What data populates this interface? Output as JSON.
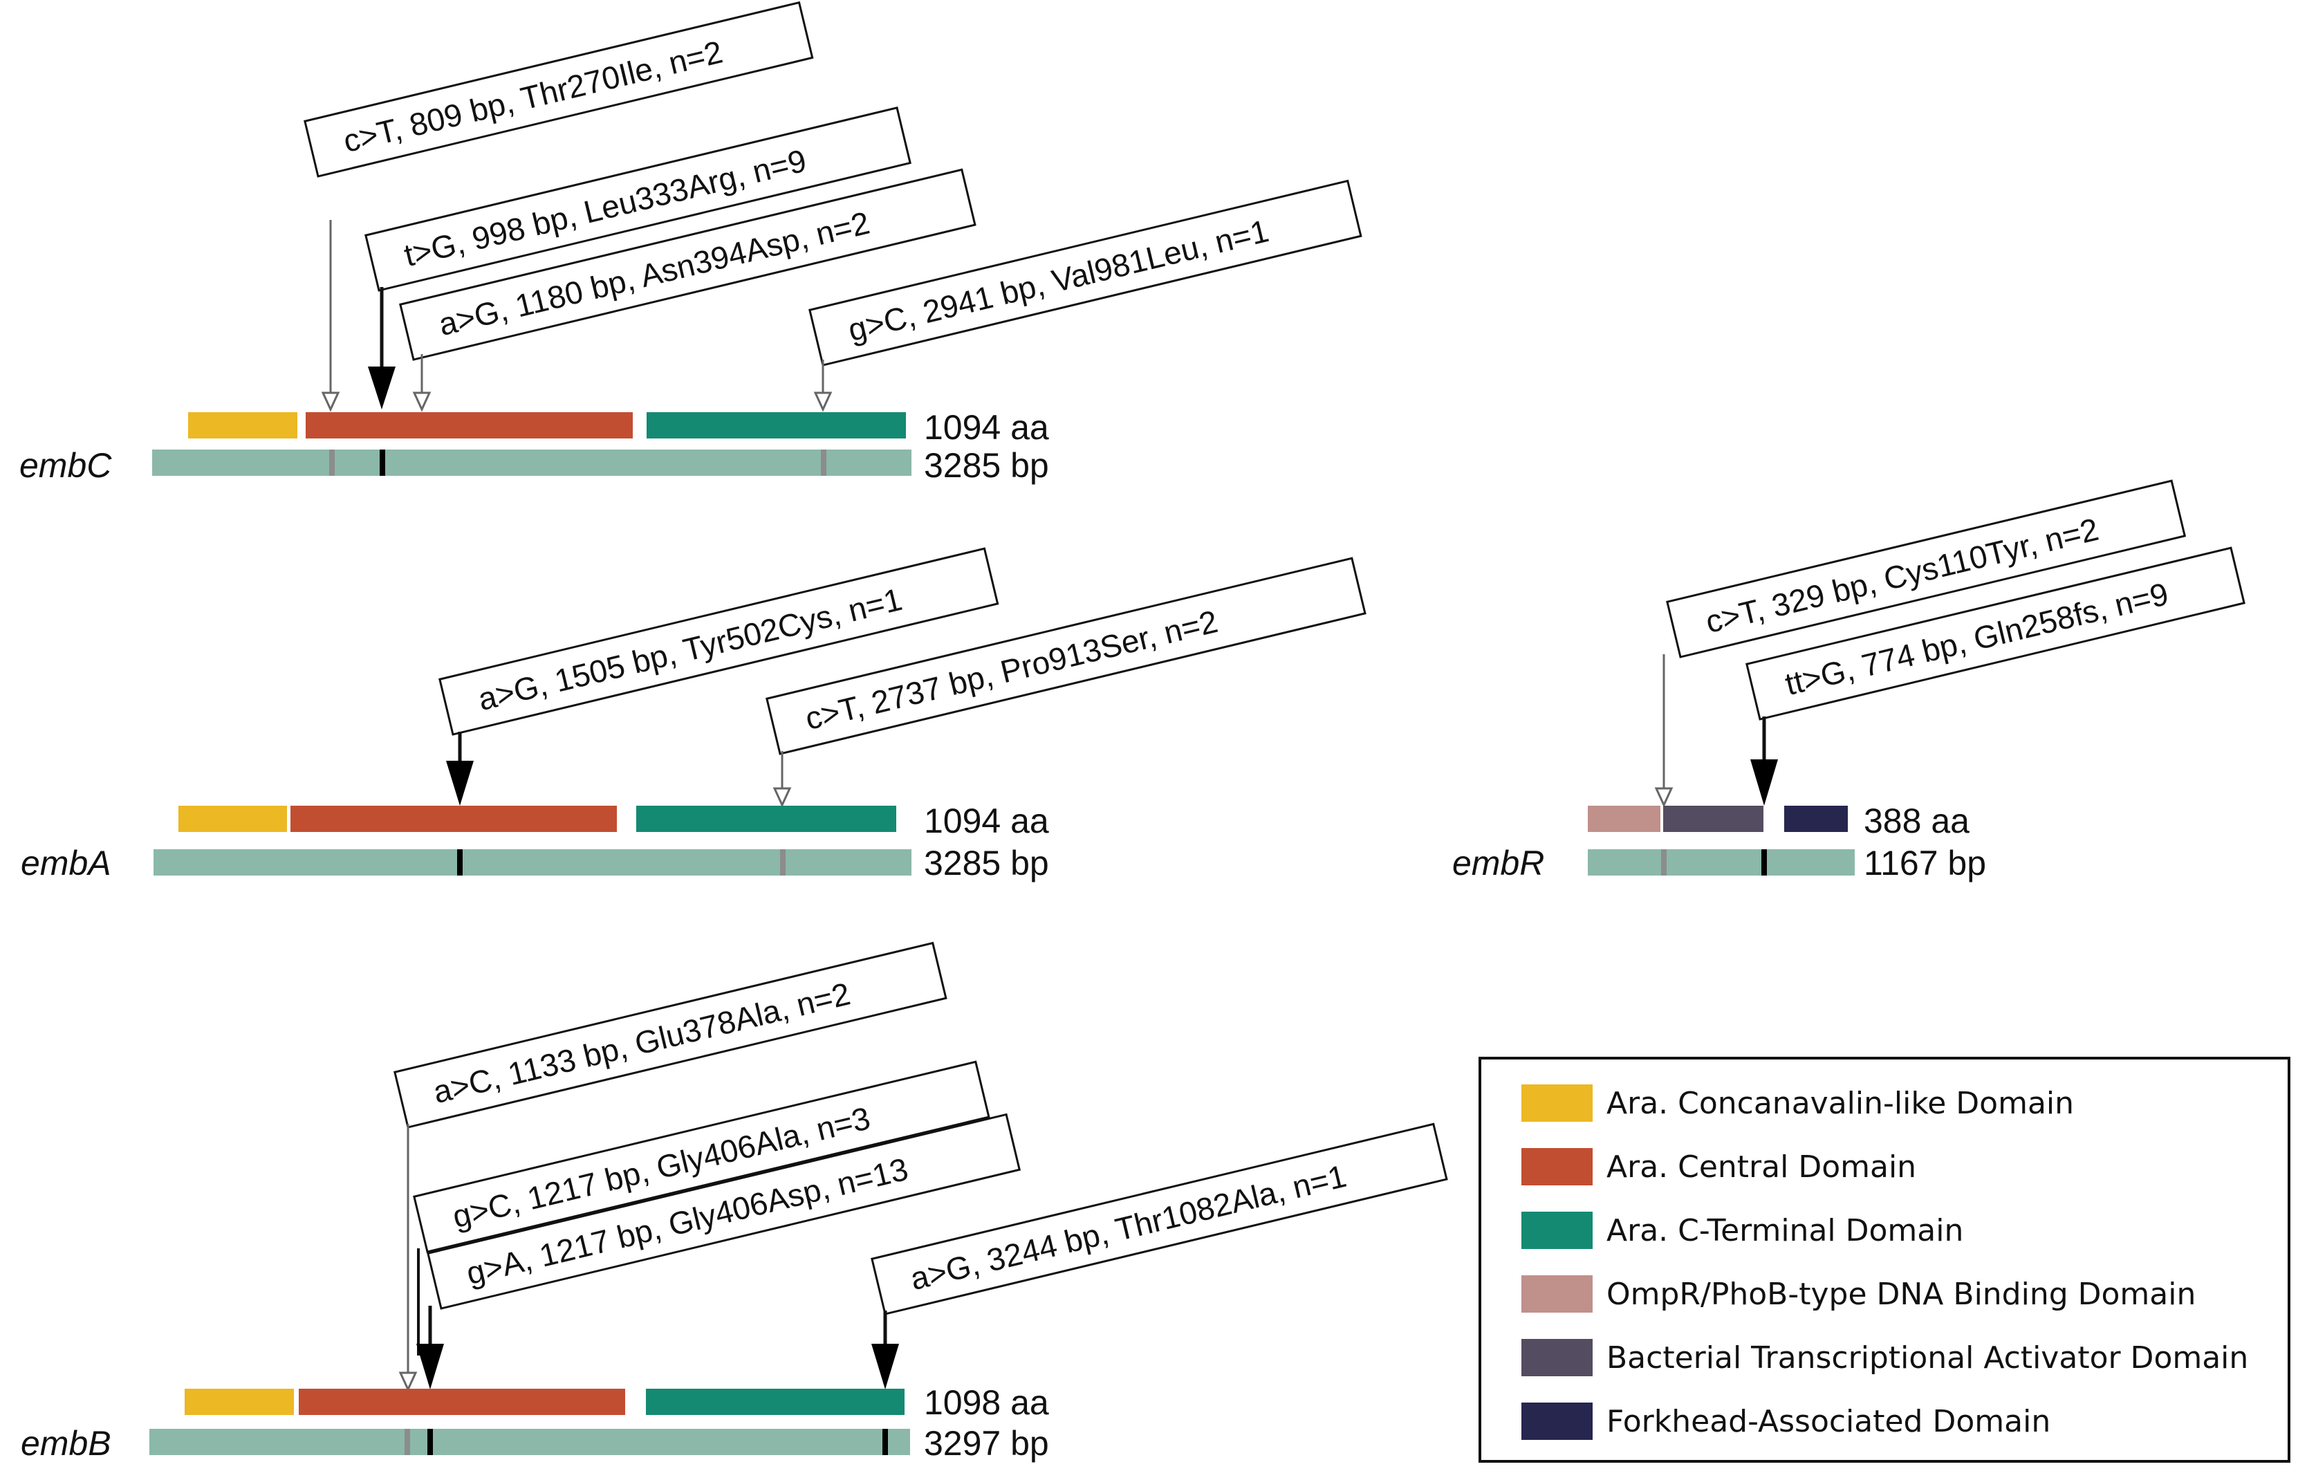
{
  "colors": {
    "concanavalin": "#ecb823",
    "central": "#c24e31",
    "cterminal": "#148a72",
    "ompr": "#c0908b",
    "activator": "#544c60",
    "forkhead": "#27264f",
    "gene_bar": "#8bb8a9",
    "marker_gray": "#8c8c8c",
    "marker_black": "#000000"
  },
  "genes": [
    {
      "name": "embC",
      "aa_label": "1094 aa",
      "bp_label": "3285 bp",
      "mutations": [
        {
          "label": "c>T, 809 bp, Thr270Ile, n=2",
          "bp": 809,
          "style": "open"
        },
        {
          "label": "t>G, 998 bp, Leu333Arg, n=9",
          "bp": 998,
          "style": "filled"
        },
        {
          "label": "a>G, 1180 bp, Asn394Asp, n=2",
          "bp": 1180,
          "style": "open"
        },
        {
          "label": "g>C, 2941 bp, Val981Leu, n=1",
          "bp": 2941,
          "style": "open"
        }
      ]
    },
    {
      "name": "embA",
      "aa_label": "1094 aa",
      "bp_label": "3285 bp",
      "mutations": [
        {
          "label": "a>G, 1505 bp, Tyr502Cys, n=1",
          "bp": 1505,
          "style": "filled"
        },
        {
          "label": "c>T, 2737 bp, Pro913Ser, n=2",
          "bp": 2737,
          "style": "open"
        }
      ]
    },
    {
      "name": "embB",
      "aa_label": "1098 aa",
      "bp_label": "3297 bp",
      "mutations": [
        {
          "label": "a>C, 1133 bp, Glu378Ala, n=2",
          "bp": 1133,
          "style": "open"
        },
        {
          "label": "g>C, 1217 bp, Gly406Ala, n=3",
          "bp": 1217,
          "style": "filled"
        },
        {
          "label": "g>A, 1217 bp, Gly406Asp, n=13",
          "bp": 1217,
          "style": "filled"
        },
        {
          "label": "a>G, 3244 bp, Thr1082Ala, n=1",
          "bp": 3244,
          "style": "filled"
        }
      ]
    },
    {
      "name": "embR",
      "aa_label": "388 aa",
      "bp_label": "1167 bp",
      "mutations": [
        {
          "label": "c>T, 329 bp, Cys110Tyr, n=2",
          "bp": 329,
          "style": "open"
        },
        {
          "label": "tt>G, 774 bp, Gln258fs, n=9",
          "bp": 774,
          "style": "filled"
        }
      ]
    }
  ],
  "legend": [
    {
      "label": "Ara. Concanavalin-like Domain",
      "color_key": "concanavalin"
    },
    {
      "label": "Ara. Central Domain",
      "color_key": "central"
    },
    {
      "label": "Ara. C-Terminal Domain",
      "color_key": "cterminal"
    },
    {
      "label": "OmpR/PhoB-type DNA Binding Domain",
      "color_key": "ompr"
    },
    {
      "label": "Bacterial Transcriptional Activator Domain",
      "color_key": "activator"
    },
    {
      "label": "Forkhead-Associated Domain",
      "color_key": "forkhead"
    }
  ]
}
